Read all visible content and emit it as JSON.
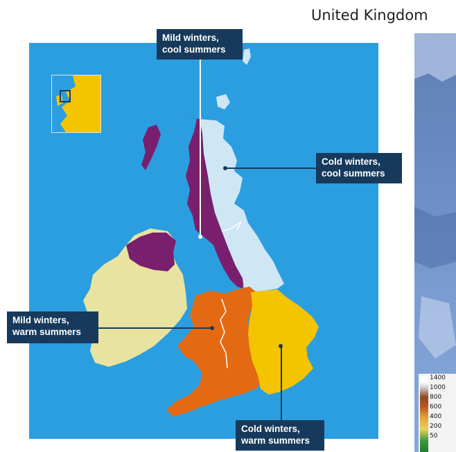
{
  "title": "United Kingdom",
  "labels": {
    "north_west": "Mild winters,\ncool summers",
    "north_east": "Cold winters,\ncool summers",
    "south_west": "Mild winters,\nwarm summers",
    "south_east": "Cold winters,\nwarm summers"
  },
  "legend_scale": [
    "1400",
    "1000",
    "800",
    "600",
    "400",
    "200",
    "50"
  ],
  "colors": {
    "sea": "#2b9ee0",
    "mild_cool": "#7a1f6e",
    "cold_cool": "#cfe6f4",
    "mild_warm": "#e8e3a0",
    "cold_warm": "#f5c400",
    "mild_warm_uk": "#e36a12",
    "label_bg": "#173a5c"
  }
}
